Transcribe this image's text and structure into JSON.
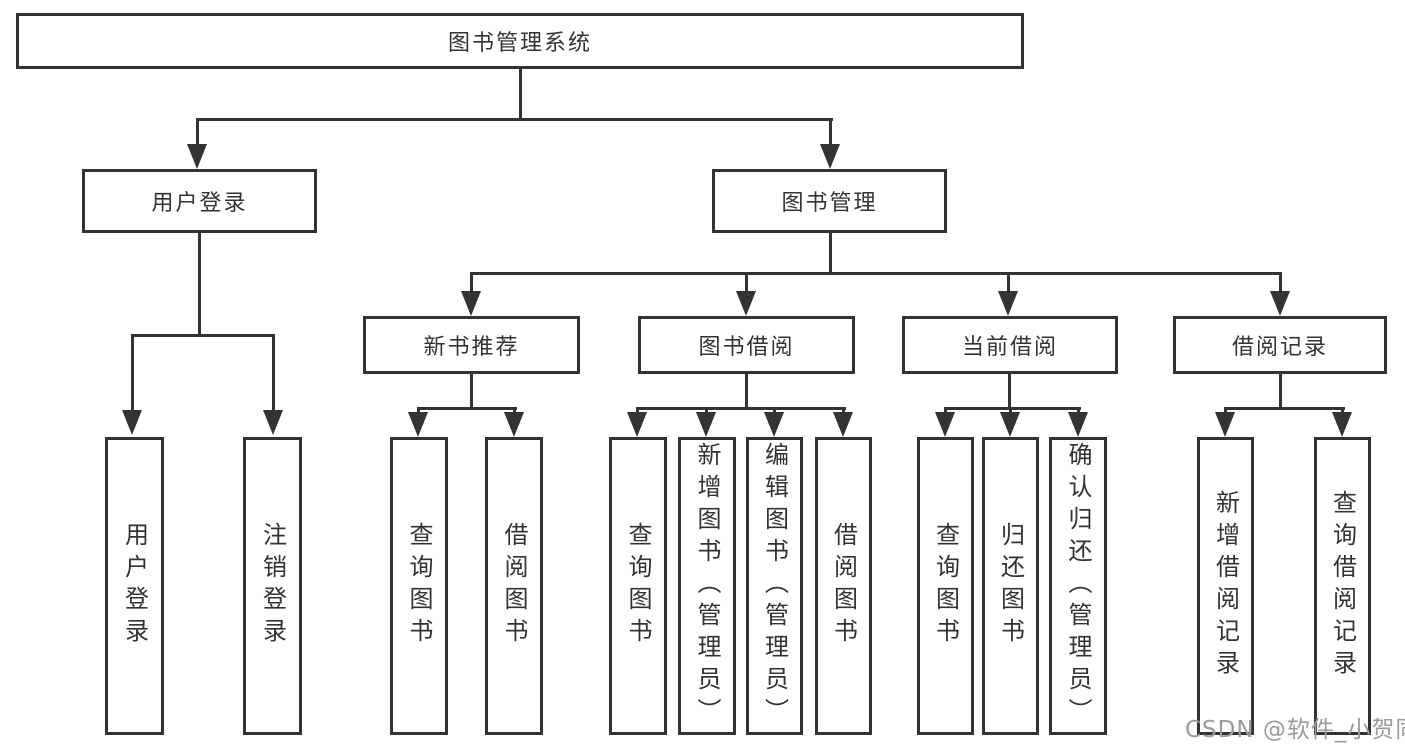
{
  "diagram_title": "图书管理系统",
  "tree": {
    "label": "图书管理系统",
    "children": [
      {
        "label": "用户登录",
        "children": [
          {
            "label": "用户登录"
          },
          {
            "label": "注销登录"
          }
        ]
      },
      {
        "label": "图书管理",
        "children": [
          {
            "label": "新书推荐",
            "children": [
              {
                "label": "查询图书"
              },
              {
                "label": "借阅图书"
              }
            ]
          },
          {
            "label": "图书借阅",
            "children": [
              {
                "label": "查询图书"
              },
              {
                "label": "新增图书（管理员）"
              },
              {
                "label": "编辑图书（管理员）"
              },
              {
                "label": "借阅图书"
              }
            ]
          },
          {
            "label": "当前借阅",
            "children": [
              {
                "label": "查询图书"
              },
              {
                "label": "归还图书"
              },
              {
                "label": "确认归还（管理员）"
              }
            ]
          },
          {
            "label": "借阅记录",
            "children": [
              {
                "label": "新增借阅记录"
              },
              {
                "label": "查询借阅记录"
              }
            ]
          }
        ]
      }
    ]
  },
  "watermark": "CSDN @软件_小贺同学",
  "colors": {
    "line": "#333333",
    "box_border": "#333333",
    "text": "#333333",
    "background": "#ffffff",
    "watermark": "#9b9b9b"
  }
}
